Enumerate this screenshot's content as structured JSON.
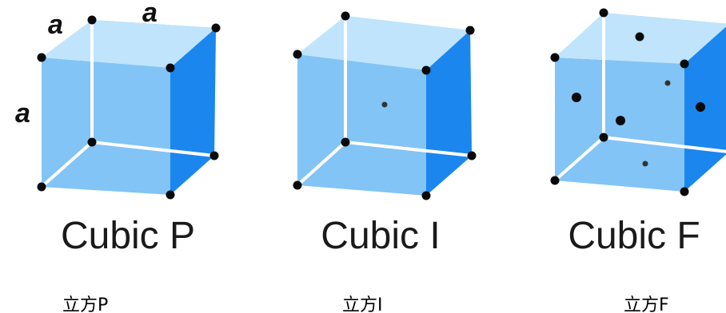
{
  "edge_label": "a",
  "cells": [
    {
      "title": "Cubic P",
      "caption": "立方P",
      "lattice": "primitive"
    },
    {
      "title": "Cubic I",
      "caption": "立方I",
      "lattice": "body-centered"
    },
    {
      "title": "Cubic F",
      "caption": "立方F",
      "lattice": "face-centered"
    }
  ],
  "colors": {
    "front_face": "#82c4f5",
    "top_face": "#bfe4fc",
    "right_face": "#1b86ee",
    "hidden_edge": "#ffffff",
    "atom": "#0a0a0a",
    "background": "#ffffff"
  }
}
